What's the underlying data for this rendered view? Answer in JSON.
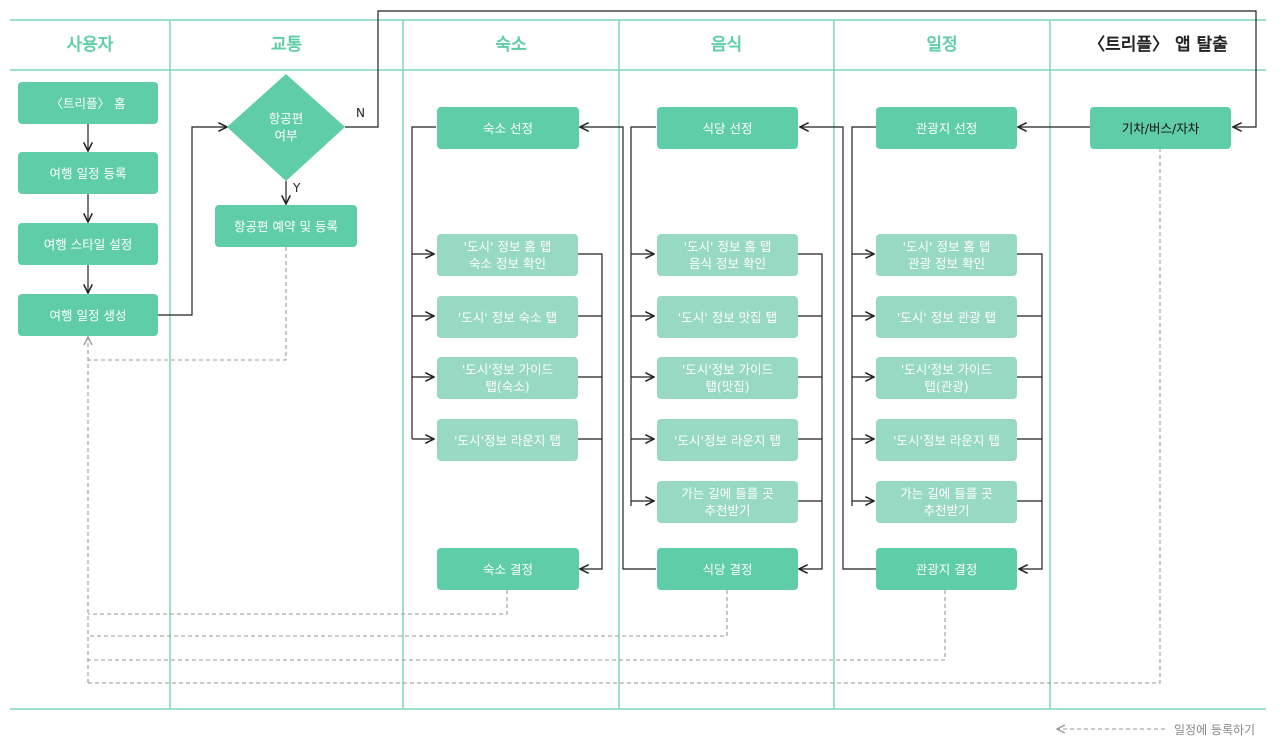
{
  "colors": {
    "primary": "#5fcda8",
    "secondary": "#98d9c3",
    "grid": "#7fd6b8",
    "line": "#222222",
    "dashed": "#999999"
  },
  "lanes": [
    "사용자",
    "교통",
    "숙소",
    "음식",
    "일정",
    "〈트리플〉 앱 탈출"
  ],
  "nodes": {
    "home": "〈트리플〉 홈",
    "register": "여행 일정 등록",
    "style": "여행 스타일 설정",
    "create": "여행 일정 생성",
    "flight_q": "항공편\n여부",
    "flight_book": "항공편 예약 및 등록",
    "train": "기차/버스/자차",
    "acc_select": "숙소 선정",
    "acc_1": "'도시' 정보 홈 탭\n숙소 정보 확인",
    "acc_2": "'도시' 정보 숙소 탭",
    "acc_3": "'도시'정보 가이드\n탭(숙소)",
    "acc_4": "'도시'정보 라운지 탭",
    "acc_decide": "숙소 결정",
    "food_select": "식당 선정",
    "food_1": "'도시' 정보 홈 탭\n음식 정보 확인",
    "food_2": "'도시' 정보 맛집 탭",
    "food_3": "'도시'정보 가이드\n탭(맛집)",
    "food_4": "'도시'정보 라운지 탭",
    "food_5": "가는 길에 들를 곳\n추천받기",
    "food_decide": "식당 결정",
    "sight_select": "관광지 선정",
    "sight_1": "'도시' 정보 홈 탭\n관광 정보 확인",
    "sight_2": "'도시' 정보 관광 탭",
    "sight_3": "'도시'정보 가이드\n탭(관광)",
    "sight_4": "'도시'정보 라운지 탭",
    "sight_5": "가는 길에 들를 곳\n추천받기",
    "sight_decide": "관광지 결정"
  },
  "edge_labels": {
    "no": "N",
    "yes": "Y"
  },
  "legend": {
    "label": "일정에 등록하기"
  }
}
